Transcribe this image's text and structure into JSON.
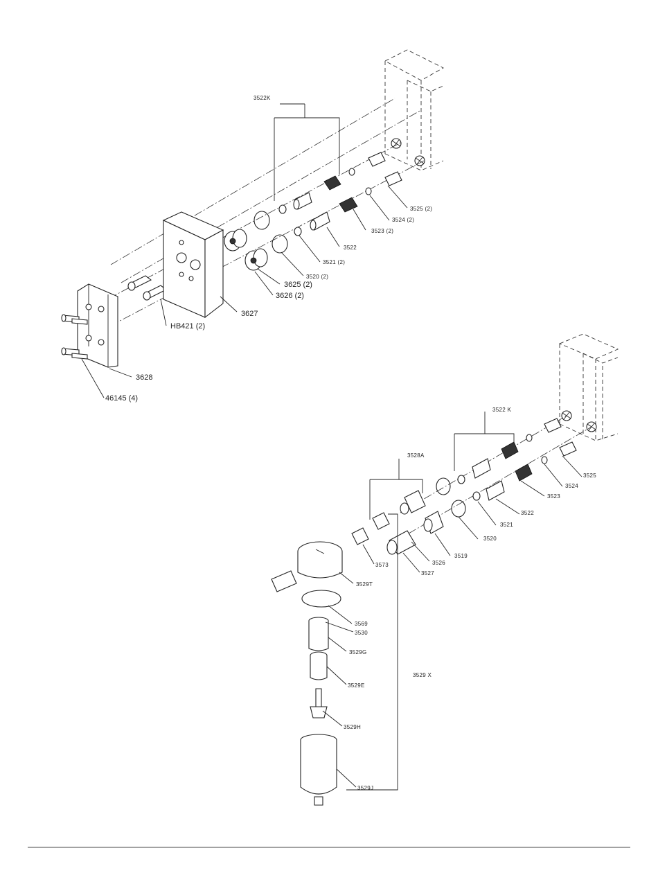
{
  "diagram_top": {
    "labels": {
      "kit": "3522K",
      "p3525": "3525 (2)",
      "p3524": "3524 (2)",
      "p3523": "3523 (2)",
      "p3522": "3522",
      "p3521": "3521 (2)",
      "p3520": "3520 (2)",
      "p3625": "3625 (2)",
      "p3626": "3626 (2)",
      "p3627": "3627",
      "hb421": "HB421 (2)",
      "p3628": "3628",
      "p46145": "46145 (4)"
    }
  },
  "diagram_bottom": {
    "labels": {
      "kit": "3522 K",
      "p3528a": "3528A",
      "p3525": "3525",
      "p3524": "3524",
      "p3523": "3523",
      "p3522": "3522",
      "p3521": "3521",
      "p3520": "3520",
      "p3519": "3519",
      "p3526": "3526",
      "p3527": "3527",
      "p3573": "3573",
      "p3529t": "3529T",
      "p3569": "3569",
      "p3530": "3530",
      "p3529g": "3529G",
      "p3529x": "3529 X",
      "p3529e": "3529E",
      "p3529h": "3529H",
      "p3529j": "3529J"
    }
  }
}
